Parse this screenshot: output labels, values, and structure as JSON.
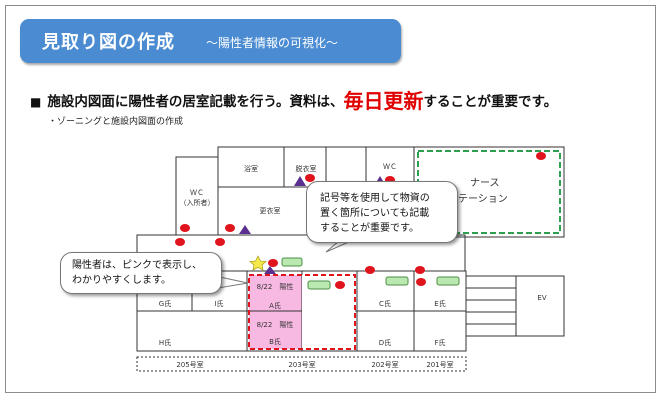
{
  "title": {
    "main": "見取り図の作成",
    "sub": "～陽性者情報の可視化～"
  },
  "headline": {
    "bullet": "■",
    "before": "施設内図面に陽性者の居室記載を行う。資料は、",
    "emphasis": "毎日更新",
    "after": "することが重要です。"
  },
  "subheading": "・ゾーニングと施設内図面の作成",
  "floorplan": {
    "rooms": {
      "bath": "浴室",
      "undress": "脱衣室",
      "wc_top": "ＷＣ",
      "wc_left": "ＷＣ",
      "wc_left_sub": "（入所者）",
      "locker": "更衣室",
      "nurse": "ナース",
      "nurse_2": "テーション",
      "ev": "EV"
    },
    "residents": {
      "g": "G氏",
      "i": "I氏",
      "h": "H氏",
      "a": "A氏",
      "b": "B氏",
      "c": "C氏",
      "d": "D氏",
      "e": "E氏",
      "f": "F氏"
    },
    "positive_notes": {
      "a": "8/22　陽性",
      "b": "8/22　陽性"
    },
    "room_numbers": {
      "r205": "205号室",
      "r203": "203号室",
      "r202": "202号室",
      "r201": "201号室"
    },
    "colors": {
      "positive_fill": "#f7b8e2",
      "red_zone": "#e0141c",
      "green_zone": "#2e9e4f",
      "marker_red": "#e0141c",
      "marker_green": "#b9e8b0",
      "marker_purple": "#5a2f8f",
      "star": "#f5e84a"
    }
  },
  "callouts": {
    "right": [
      "記号等を使用して物資の",
      "置く箇所についても記載",
      "することが重要です。"
    ],
    "left": [
      "陽性者は、ピンクで表示し、",
      "わかりやすくします。"
    ]
  }
}
